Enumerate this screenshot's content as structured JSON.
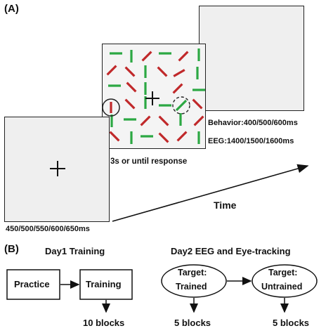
{
  "panel_a": {
    "label": "(A)",
    "screen1_timing": "450/500/550/600/650ms",
    "screen2_duration": "3s or until response",
    "screen3_behavior": "Behavior:400/500/600ms",
    "screen3_eeg": "EEG:1400/1500/1600ms",
    "time_label": "Time",
    "colors": {
      "red_bar": "#c0282a",
      "green_bar": "#2ca843",
      "screen_bg": "#efefef"
    }
  },
  "panel_b": {
    "label": "(B)",
    "day1_title": "Day1 Training",
    "day2_title": "Day2 EEG and Eye-tracking",
    "practice": "Practice",
    "training": "Training",
    "target_trained_1": "Target:",
    "target_trained_2": "Trained",
    "target_untrained_1": "Target:",
    "target_untrained_2": "Untrained",
    "blocks_training": "10 blocks",
    "blocks_trained": "5 blocks",
    "blocks_untrained": "5 blocks"
  }
}
